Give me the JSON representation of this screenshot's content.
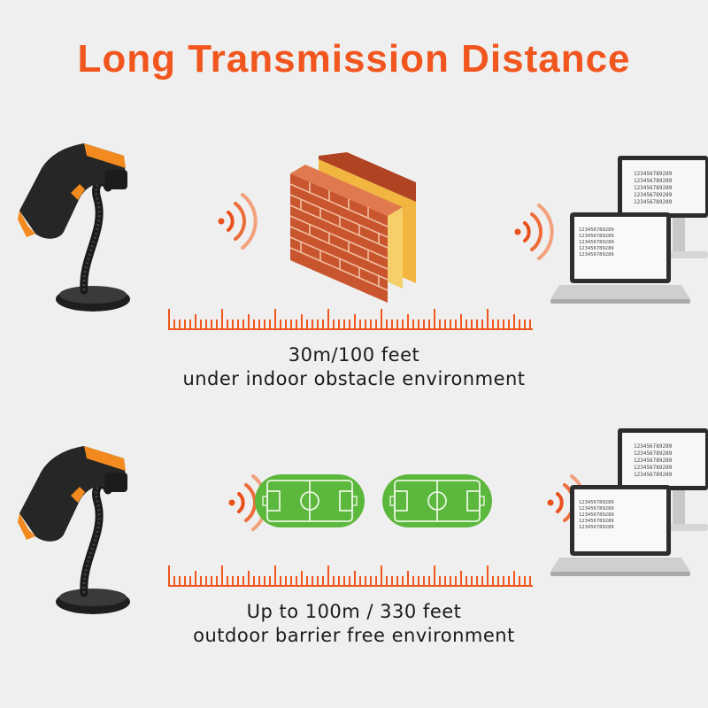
{
  "title": "Long Transmission Distance",
  "colors": {
    "accent": "#f0561d",
    "scanner_body": "#2a2a2a",
    "field_green": "#5cb83c",
    "brick": "#c9552e",
    "background": "#efefef"
  },
  "sections": [
    {
      "distance": "30m/100 feet",
      "environment": "under indoor obstacle environment",
      "obstacle": "brick-wall",
      "screen_text": "123456789289"
    },
    {
      "distance": "Up to 100m / 330 feet",
      "environment": "outdoor barrier free environment",
      "obstacle": "soccer-fields",
      "screen_text": "123456789289"
    }
  ]
}
